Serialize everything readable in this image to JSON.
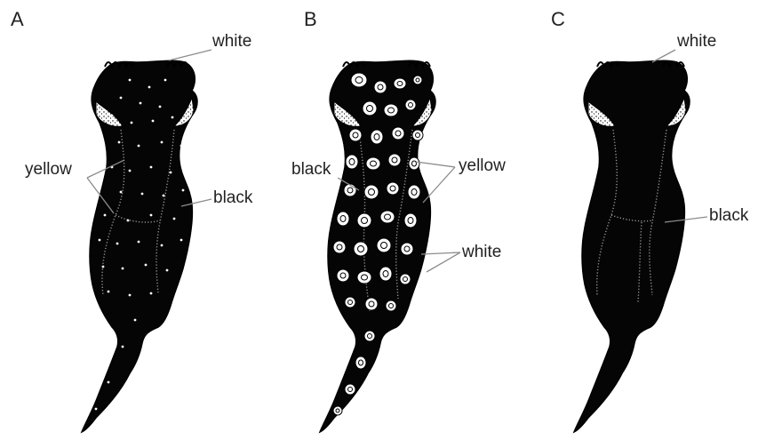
{
  "panels": [
    {
      "letter": "A",
      "labels": {
        "white": "white",
        "yellow": "yellow",
        "black": "black"
      }
    },
    {
      "letter": "B",
      "labels": {
        "black": "black",
        "yellow": "yellow",
        "white": "white"
      }
    },
    {
      "letter": "C",
      "labels": {
        "white": "white",
        "black": "black"
      }
    }
  ],
  "colors": {
    "body": "#050505",
    "background": "#ffffff",
    "label_text": "#222222",
    "leader_line": "#8c8c8c"
  }
}
